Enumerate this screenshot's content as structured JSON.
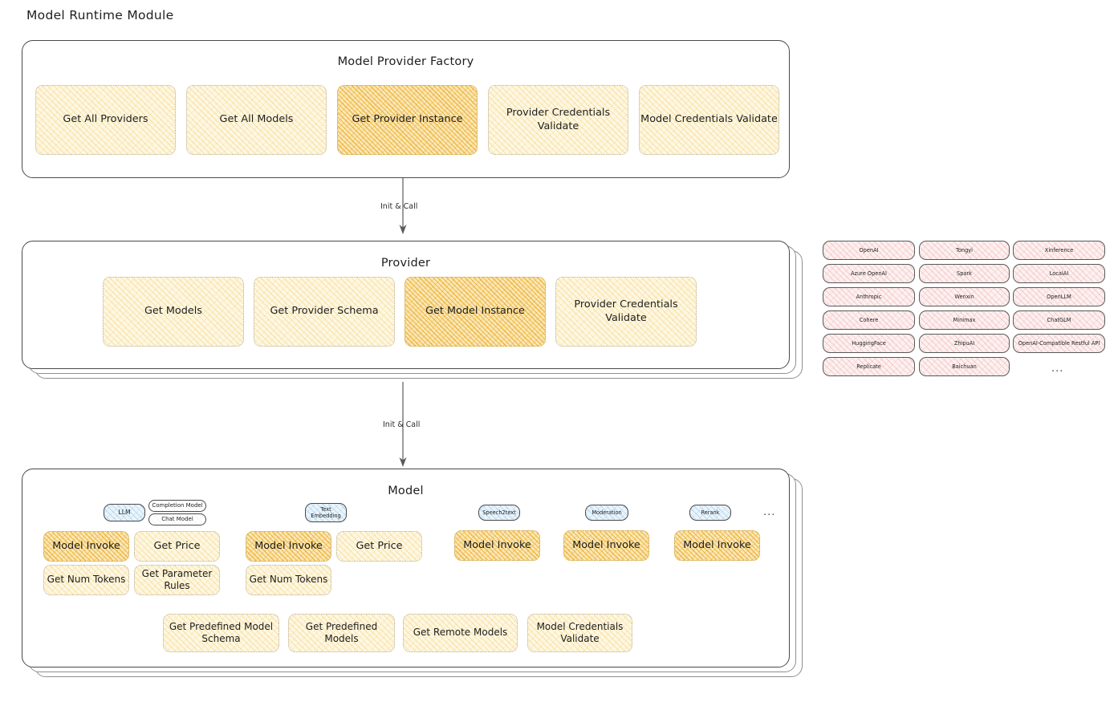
{
  "diagram": {
    "title": "Model Runtime Module",
    "connector_label_1": "Init & Call",
    "connector_label_2": "Init & Call",
    "accent_highlight": "#fae7b8",
    "accent_normal": "#fdf7e3",
    "accent_provider": "#fdf0f0",
    "accent_modeltype": "#eaf4fb"
  },
  "factory": {
    "title": "Model Provider Factory",
    "nodes": [
      {
        "label": "Get All Providers",
        "highlighted": false
      },
      {
        "label": "Get All Models",
        "highlighted": false
      },
      {
        "label": "Get Provider Instance",
        "highlighted": true
      },
      {
        "label": "Provider Credentials Validate",
        "highlighted": false
      },
      {
        "label": "Model Credentials Validate",
        "highlighted": false
      }
    ]
  },
  "provider": {
    "title": "Provider",
    "nodes": [
      {
        "label": "Get Models",
        "highlighted": false
      },
      {
        "label": "Get Provider Schema",
        "highlighted": false
      },
      {
        "label": "Get Model Instance",
        "highlighted": true
      },
      {
        "label": "Provider Credentials Validate",
        "highlighted": false
      }
    ]
  },
  "provider_list": {
    "column_1": [
      "OpenAI",
      "Azure OpenAI",
      "Anthropic",
      "Cohere",
      "HuggingFace",
      "Replicate"
    ],
    "column_2": [
      "Tongyi",
      "Spark",
      "Wenxin",
      "Minimax",
      "ZhipuAI",
      "Baichuan"
    ],
    "column_3": [
      "Xinference",
      "LocalAI",
      "OpenLLM",
      "ChatGLM",
      "OpenAI-Compatible Restful API"
    ],
    "more": "..."
  },
  "model": {
    "title": "Model",
    "more": "...",
    "types": [
      {
        "name": "LLM",
        "subtags": [
          "Completion Model",
          "Chat Model"
        ],
        "ops": [
          "Model Invoke",
          "Get Price",
          "Get Num Tokens",
          "Get Parameter Rules"
        ]
      },
      {
        "name": "Text Embedding",
        "subtags": [],
        "ops": [
          "Model Invoke",
          "Get Price",
          "Get Num Tokens"
        ]
      },
      {
        "name": "Speech2text",
        "subtags": [],
        "ops": [
          "Model Invoke"
        ]
      },
      {
        "name": "Moderation",
        "subtags": [],
        "ops": [
          "Model Invoke"
        ]
      },
      {
        "name": "Rerank",
        "subtags": [],
        "ops": [
          "Model Invoke"
        ]
      }
    ],
    "common_ops": [
      "Get Predefined Model Schema",
      "Get Predefined Models",
      "Get Remote Models",
      "Model Credentials Validate"
    ]
  }
}
